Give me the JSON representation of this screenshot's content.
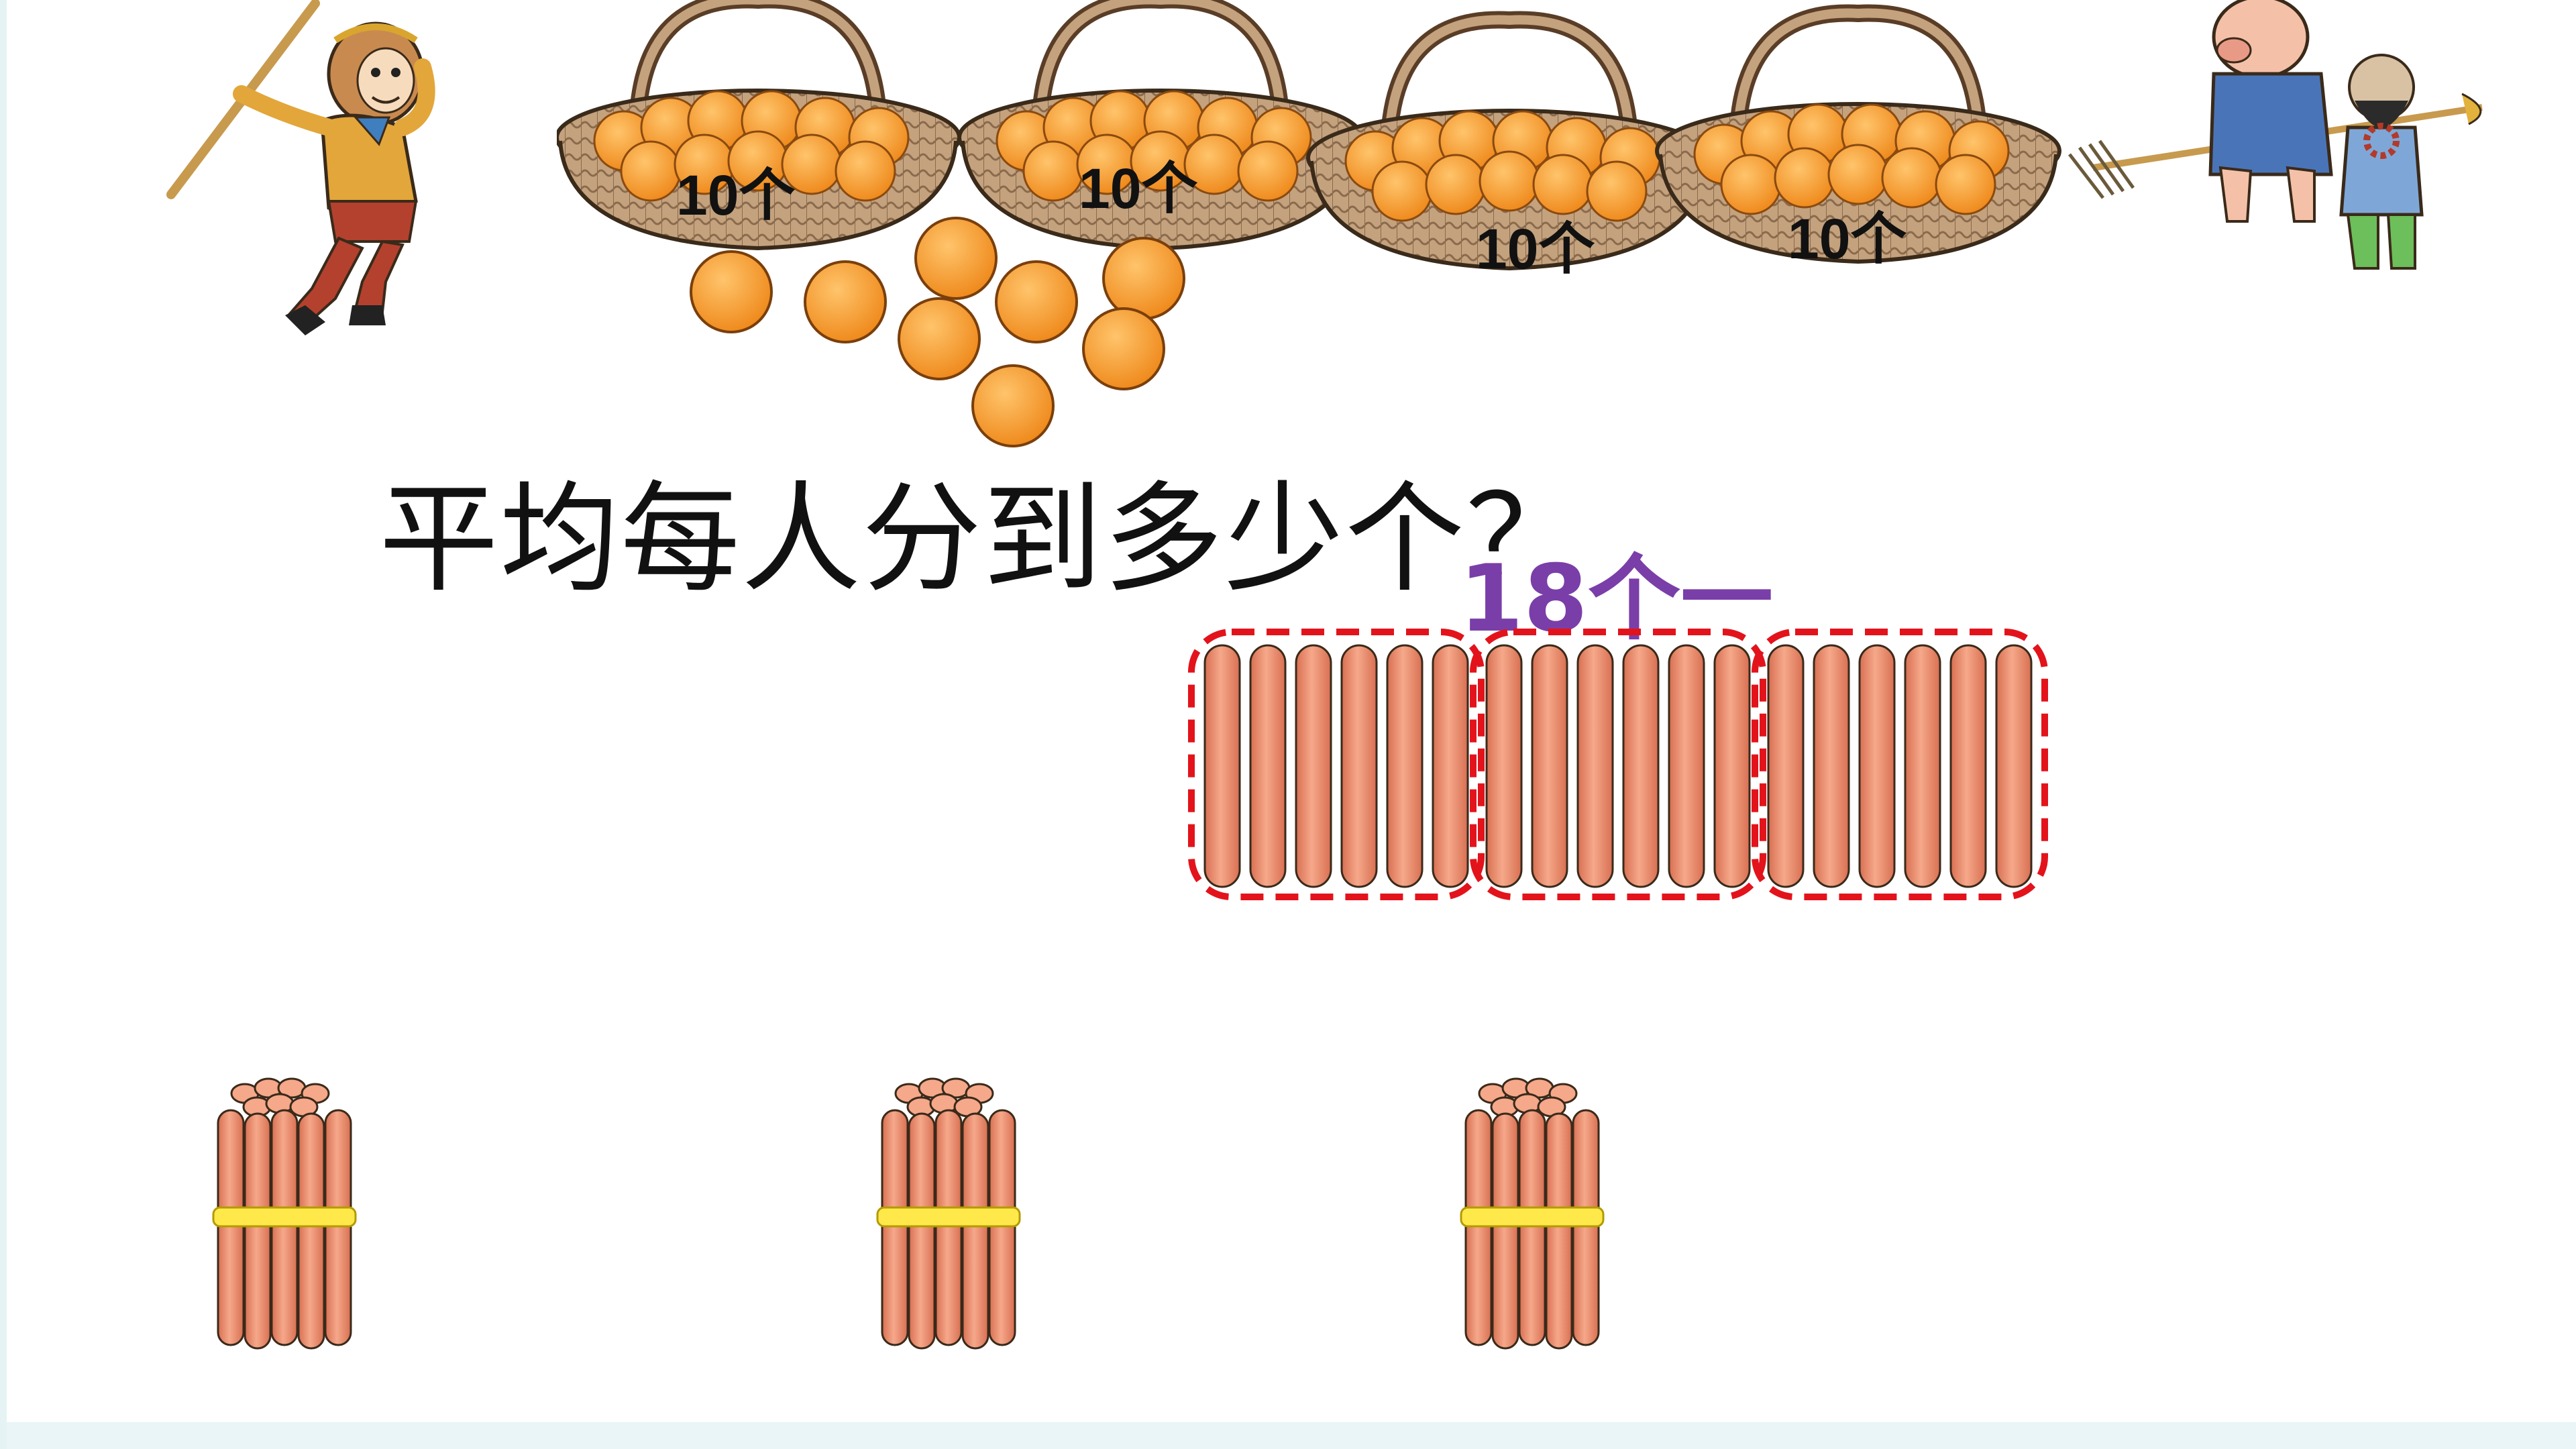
{
  "slide": {
    "question": "平均每人分到多少个？",
    "annotation": "18个一",
    "basket_labels": [
      "10个",
      "10个",
      "10个",
      "10个"
    ],
    "loose_oranges": 8,
    "loose_sticks": 18,
    "groups": 3,
    "bundles": 3
  },
  "colors": {
    "annotation": "#7a3ea8",
    "group_border": "#e3131b",
    "stick": "#ef9778",
    "orange": "#f39a2b",
    "basket": "#a8896a",
    "band": "#ffe94a"
  }
}
